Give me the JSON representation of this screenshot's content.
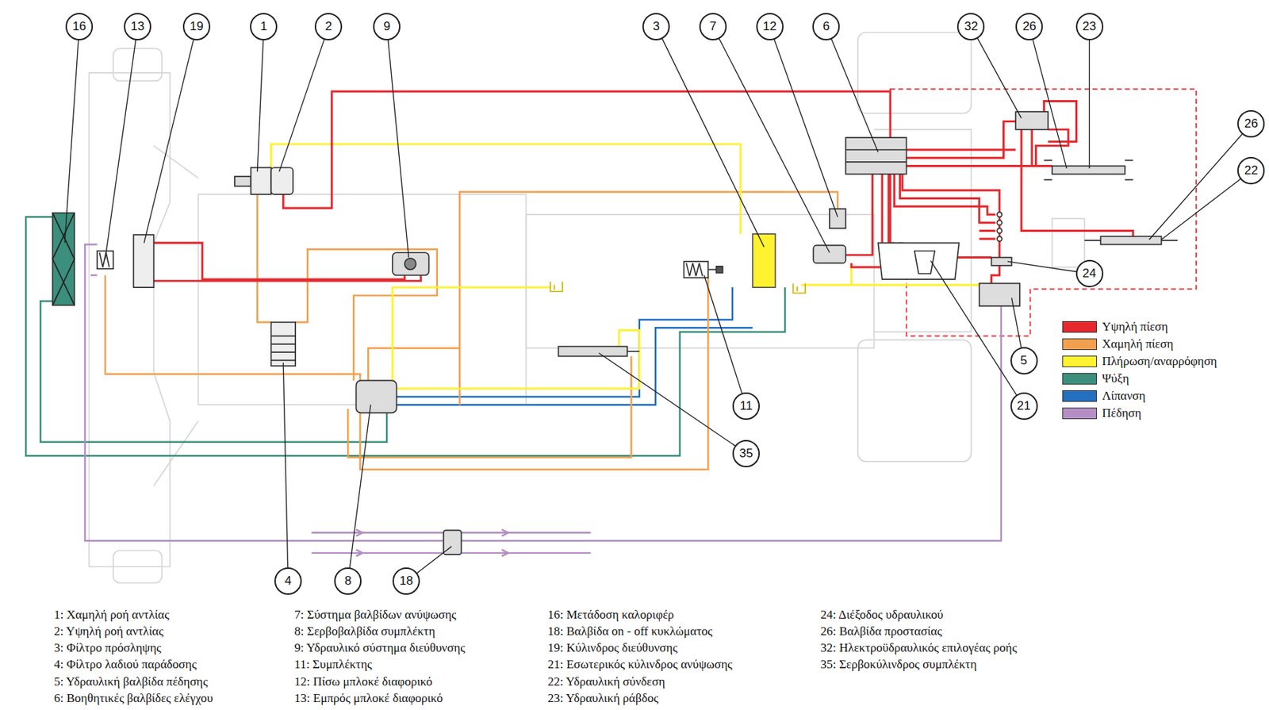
{
  "diagram": {
    "nodes": [
      {
        "text": [
          "16"
        ]
      },
      {
        "text": [
          "13"
        ]
      },
      {
        "text": [
          "19"
        ]
      },
      {
        "text": [
          "1"
        ]
      },
      {
        "text": [
          "2"
        ]
      },
      {
        "text": [
          "9"
        ]
      },
      {
        "text": [
          "3"
        ]
      },
      {
        "text": [
          "7"
        ]
      },
      {
        "text": [
          "12"
        ]
      },
      {
        "text": [
          "6"
        ]
      },
      {
        "text": [
          "32"
        ]
      },
      {
        "text": [
          "26"
        ]
      },
      {
        "text": [
          "23"
        ]
      },
      {
        "text": [
          "26"
        ]
      },
      {
        "text": [
          "22"
        ]
      },
      {
        "text": [
          "24"
        ]
      },
      {
        "text": [
          "5"
        ]
      },
      {
        "text": [
          "21"
        ]
      },
      {
        "text": [
          "11"
        ]
      },
      {
        "text": [
          "35"
        ]
      },
      {
        "text": [
          "4"
        ]
      },
      {
        "text": [
          "8"
        ]
      },
      {
        "text": [
          "18"
        ]
      }
    ],
    "labels": [
      "1: Χαμηλή ροή αντλίας",
      "2: Υψηλή ροή αντλίας",
      "3: Φίλτρο πρόσληψης",
      "4: Φίλτρο λαδιού παράδοσης",
      "5: Υδραυλική βαλβίδα πέδησης",
      "6: Βοηθητικές βαλβίδες ελέγχου",
      "7: Σύστημα βαλβίδων ανύψωσης",
      "8: Σερβοβαλβίδα συμπλέκτη",
      "9: Υδραυλικό σύστημα διεύθυνσης",
      "11: Συμπλέκτης",
      "12: Πίσω μπλοκέ διαφορικό",
      "13: Εμπρός μπλοκέ διαφορικό",
      "16: Μετάδοση καλοριφέρ",
      "18: Βαλβίδα on - off κυκλώματος",
      "19: Κύλινδρος διεύθυνσης",
      "21: Εσωτερικός κύλινδρος ανύψωσης",
      "22: Υδραυλική σύνδεση",
      "23: Υδραυλική ράβδος",
      "24: Διέξοδος υδραυλικού",
      "26: Βαλβίδα προστασίας",
      "32: Ηλεκτροϋδραυλικός επιλογέας ροής",
      "35: Σερβοκύλινδρος συμπλέκτη"
    ],
    "legend": [
      {
        "text": "Υψηλή πίεση",
        "color": "#e5292e"
      },
      {
        "text": "Χαμηλή πίεση",
        "color": "#f3a04e"
      },
      {
        "text": "Πλήρωση/αναρρόφηση",
        "color": "#fff230"
      },
      {
        "text": "Ψύξη",
        "color": "#3b8f7c"
      },
      {
        "text": "Λίπανση",
        "color": "#2370c0"
      },
      {
        "text": "Πέδηση",
        "color": "#b48fc4"
      }
    ]
  }
}
